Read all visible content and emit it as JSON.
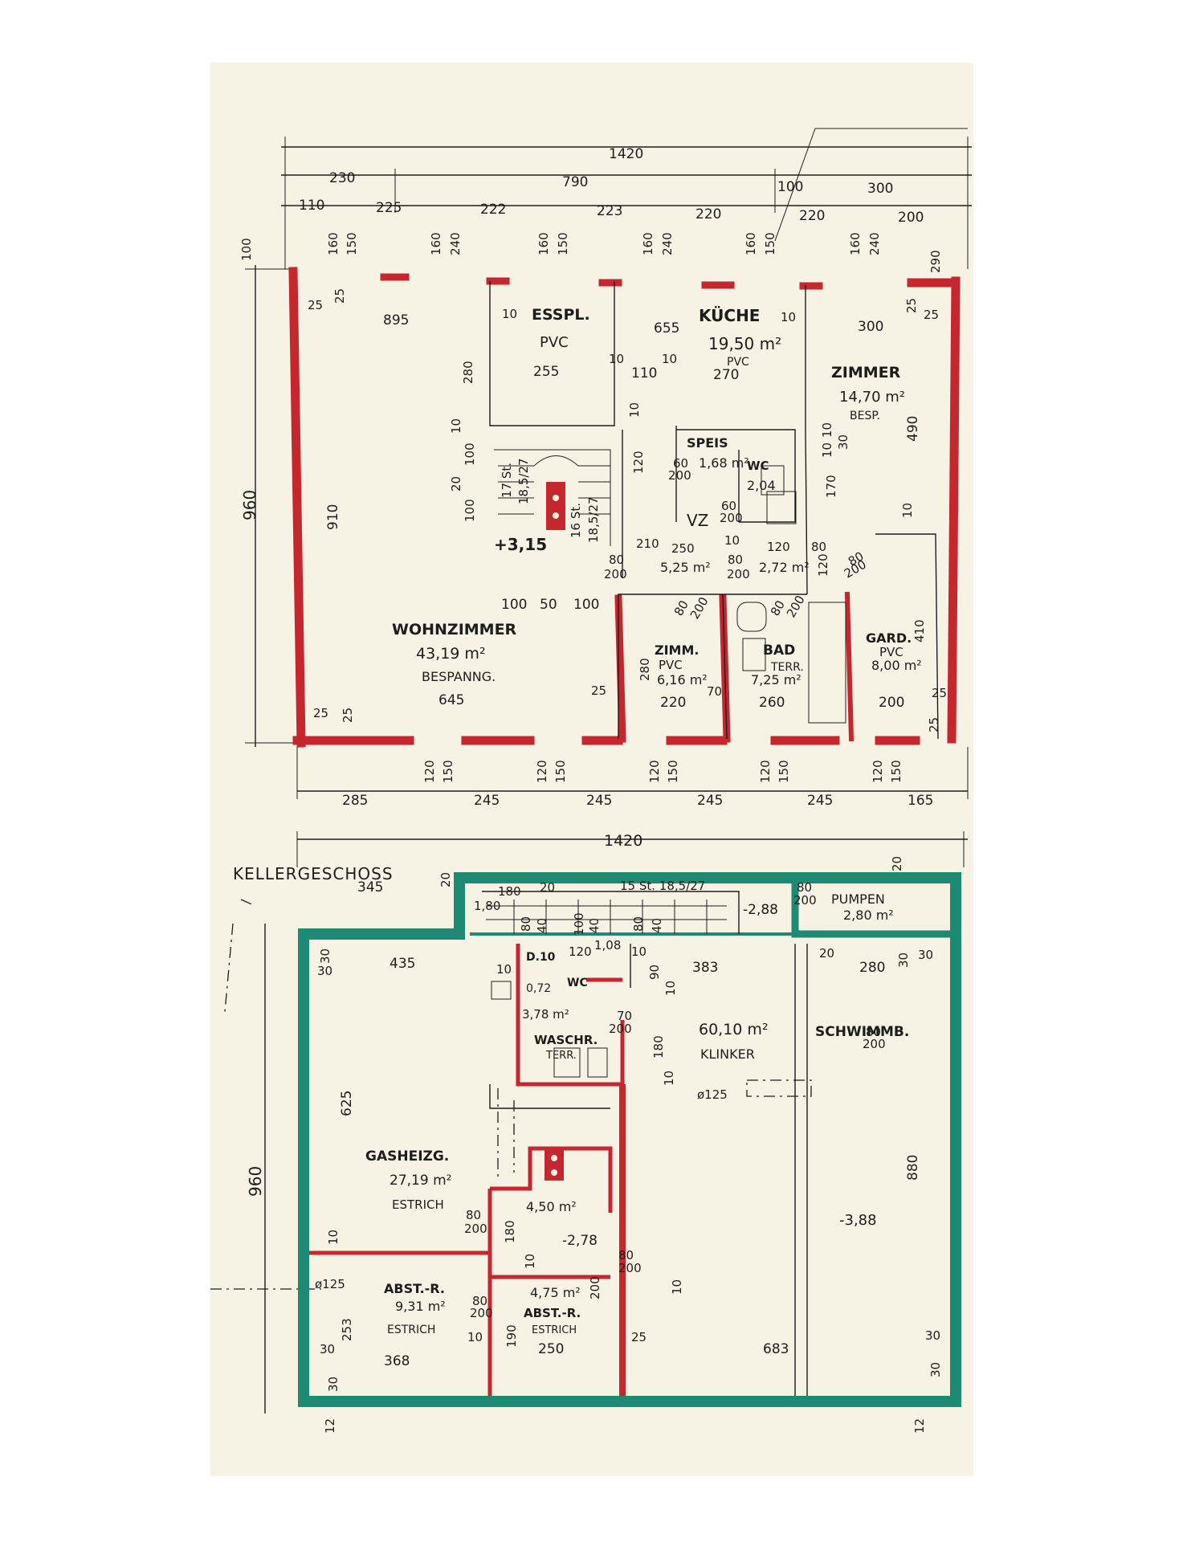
{
  "ground_floor": {
    "dims_top": {
      "overall": "1420",
      "row2": [
        "230",
        "790",
        "100",
        "300"
      ],
      "row3": [
        "110",
        "225",
        "222",
        "223",
        "220",
        "220",
        "200"
      ],
      "windows": [
        "160",
        "150",
        "160",
        "240",
        "160",
        "150",
        "160",
        "240",
        "160",
        "150",
        "160",
        "240"
      ],
      "right_290": "290"
    },
    "dims_left": {
      "top_100": "100",
      "total_960": "960",
      "inner_910": "910"
    },
    "dims_bottom": {
      "windows": [
        "120",
        "150",
        "120",
        "150",
        "120",
        "150",
        "120",
        "150",
        "120",
        "150"
      ],
      "segments": [
        "285",
        "245",
        "245",
        "245",
        "245",
        "165"
      ]
    },
    "inner_dims": {
      "d25a": "25",
      "d25b": "25",
      "d895": "895",
      "d10a": "10",
      "d655": "655",
      "d10b": "10",
      "d300": "300",
      "d25c": "25",
      "d25d": "25",
      "d280": "280",
      "d255": "255",
      "d10c": "10",
      "d110": "110",
      "d10d": "10",
      "d270": "270",
      "d490": "490",
      "d10e": "10",
      "d100a": "100",
      "d20": "20",
      "d100b": "100",
      "d210": "210",
      "d250": "250",
      "d10f": "10",
      "d120a": "120",
      "d80a": "80",
      "d120b": "120",
      "d170": "170",
      "d10g": "10",
      "d80b": "80",
      "d200a": "200",
      "d80c": "80",
      "d200b": "200",
      "d100c": "100",
      "d50": "50",
      "d100d": "100",
      "d645": "645",
      "d25e": "25",
      "d25f": "25",
      "d25g": "25",
      "d280b": "280",
      "d220": "220",
      "d70": "70",
      "d260": "260",
      "d200c": "200",
      "d25h": "25",
      "d25i": "25",
      "d410": "410",
      "d60": "60",
      "d200d": "200",
      "d60b": "60",
      "d200e": "200",
      "d80d": "80",
      "d200f": "200",
      "d80e": "80",
      "d200g": "200",
      "d80f": "80",
      "d200h": "200",
      "d10h": "10",
      "d120c": "120",
      "d10i": "10",
      "d10j": "10",
      "d30": "30"
    },
    "stairs": {
      "up": "17 St.",
      "up_ratio": "18,5/27",
      "down": "16 St.",
      "down_ratio": "18,5/27"
    },
    "level": "+3,15",
    "rooms": {
      "esspl": {
        "name": "ESSPL.",
        "floor": "PVC"
      },
      "kueche": {
        "name": "KÜCHE",
        "area": "19,50 m²",
        "floor": "PVC"
      },
      "zimmer": {
        "name": "ZIMMER",
        "area": "14,70 m²",
        "floor": "BESP."
      },
      "speis": {
        "name": "SPEIS",
        "area": "1,68 m²"
      },
      "wc": {
        "name": "WC",
        "area": "2,04"
      },
      "vz": {
        "name": "VZ",
        "area": "5,25 m²"
      },
      "hall2": {
        "area": "2,72 m²"
      },
      "wohnzimmer": {
        "name": "WOHNZIMMER",
        "area": "43,19 m²",
        "floor": "BESPANNG."
      },
      "zimm": {
        "name": "ZIMM.",
        "floor": "PVC",
        "area": "6,16 m²"
      },
      "bad": {
        "name": "BAD",
        "floor": "TERR.",
        "area": "7,25 m²"
      },
      "gard": {
        "name": "GARD.",
        "floor": "PVC",
        "area": "8,00 m²"
      }
    }
  },
  "basement": {
    "title": "KELLERGESCHOSS",
    "overall": "1420",
    "dims": {
      "d345": "345",
      "d20a": "20",
      "d180": "180",
      "d20b": "20",
      "stair": "15 St. 18,5/27",
      "d80a": "80",
      "d200a": "200",
      "d20c": "20",
      "d30a": "30",
      "d30b": "30",
      "d435": "435",
      "d10a": "10",
      "d120": "120",
      "d108": "1,08",
      "d10b": "10",
      "d383": "383",
      "d20d": "20",
      "d280": "280",
      "d30c": "30",
      "d30d": "30",
      "d180b": "1,80",
      "d80b": "80",
      "d40a": "40",
      "d100": "100",
      "d40b": "40",
      "d80c": "80",
      "d40c": "40",
      "d90": "90",
      "d10c": "10",
      "d70": "70",
      "d200b": "200",
      "d180c": "180",
      "d10d": "10",
      "pipe1": "ø125",
      "d625": "625",
      "d960": "960",
      "d880": "880",
      "d10e": "10",
      "d80d": "80",
      "d200c": "200",
      "d180d": "180",
      "d10f": "10",
      "d80e": "80",
      "d200d": "200",
      "pipe2": "ø125",
      "d253": "253",
      "d80f": "80",
      "d200e": "200",
      "d200f": "200",
      "d30e": "30",
      "d368": "368",
      "d10g": "10",
      "d190": "190",
      "d250": "250",
      "d25": "25",
      "d683": "683",
      "d30f": "30",
      "d30g": "30",
      "d12a": "12",
      "d12b": "12",
      "d10h": "10",
      "d80g": "80",
      "d200g": "200"
    },
    "level": "-2,88",
    "rooms": {
      "pumpen": {
        "name": "PUMPEN",
        "area": "2,80 m²"
      },
      "d10": {
        "name": "D.10",
        "area": "0,72"
      },
      "wc": {
        "name": "WC"
      },
      "waschr_area": {
        "area": "3,78 m²"
      },
      "waschr": {
        "name": "WASCHR.",
        "floor": "TERR."
      },
      "main": {
        "area": "60,10 m²",
        "floor": "KLINKER"
      },
      "schwimmb": {
        "name": "SCHWIMMB.",
        "level": "-3,88"
      },
      "gasheizg": {
        "name": "GASHEIZG.",
        "area": "27,19 m²",
        "floor": "ESTRICH"
      },
      "small1": {
        "area": "4,50 m²"
      },
      "small2": {
        "level": "-2,78"
      },
      "abstr1": {
        "name": "ABST.-R.",
        "area": "9,31 m²",
        "floor": "ESTRICH"
      },
      "abstr2": {
        "area": "4,75 m²",
        "name": "ABST.-R.",
        "floor": "ESTRICH"
      }
    }
  },
  "colors": {
    "paper": "#f6f2e4",
    "wall_red": "#c6262e",
    "wall_teal": "#1f8a74",
    "ink": "#1d1d1d"
  }
}
